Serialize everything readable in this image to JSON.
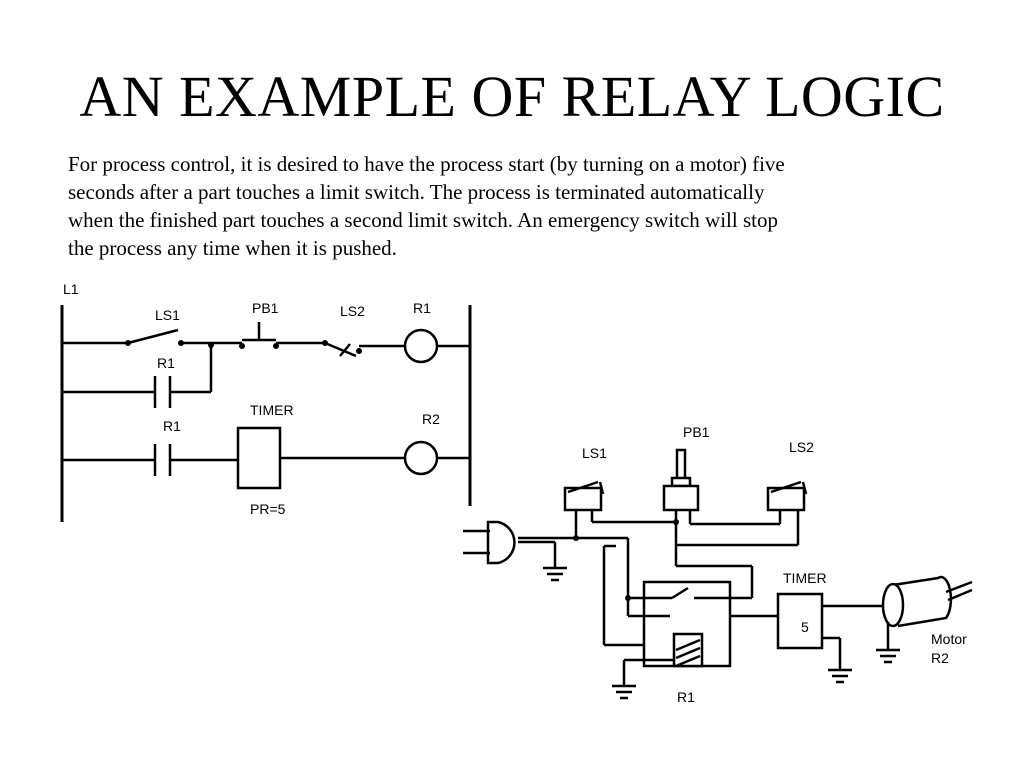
{
  "title": "AN EXAMPLE OF RELAY LOGIC",
  "description_lines": [
    "For process control, it is desired to have the process start (by turning on a motor) five",
    "seconds after a part touches a limit switch.  The process is terminated automatically",
    "when the finished part touches a second limit switch.  An emergency switch will stop",
    "the process any time when it is pushed."
  ],
  "ladder": {
    "rail_label": "L1",
    "rung1": {
      "ls1": "LS1",
      "pb1": "PB1",
      "ls2": "LS2",
      "coil": "R1"
    },
    "rung2": {
      "contact": "R1"
    },
    "rung3": {
      "contact": "R1",
      "timer": "TIMER",
      "preset": "PR=5",
      "coil": "R2"
    }
  },
  "wiring": {
    "ls1": "LS1",
    "pb1": "PB1",
    "ls2": "LS2",
    "timer": "TIMER",
    "timer_value": "5",
    "relay": "R1",
    "motor": "Motor",
    "motor_relay": "R2"
  }
}
